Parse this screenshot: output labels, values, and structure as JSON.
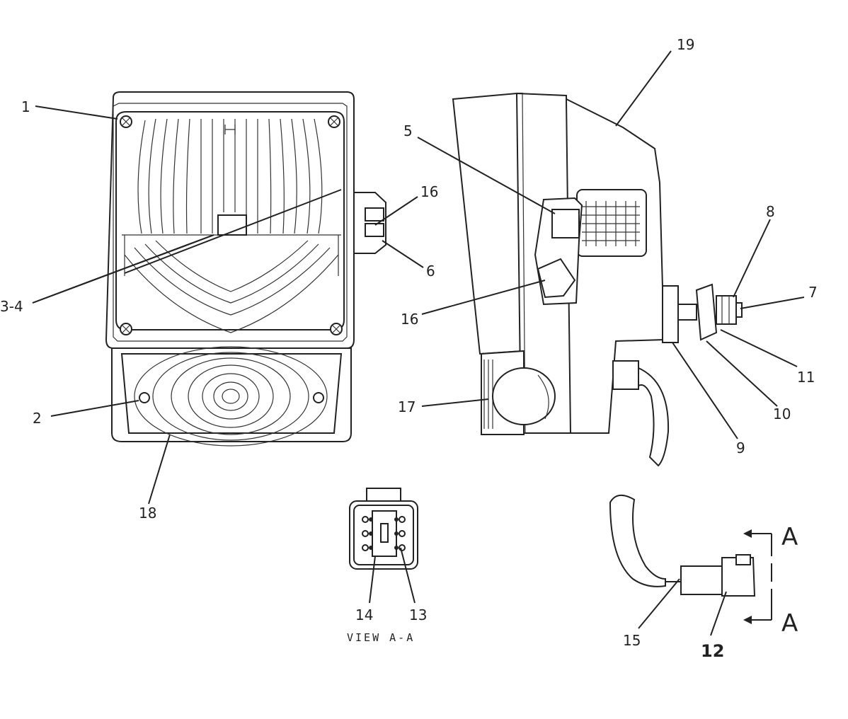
{
  "callouts": {
    "c1": "1",
    "c2": "2",
    "c3_4": "3-4",
    "c5": "5",
    "c6": "6",
    "c7": "7",
    "c8": "8",
    "c9": "9",
    "c10": "10",
    "c11": "11",
    "c12": "12",
    "c13": "13",
    "c14": "14",
    "c15": "15",
    "c16a": "16",
    "c16b": "16",
    "c17": "17",
    "c18": "18",
    "c19": "19"
  },
  "section": {
    "top": "A",
    "bottom": "A"
  },
  "view_label": "VIEW  A-A"
}
